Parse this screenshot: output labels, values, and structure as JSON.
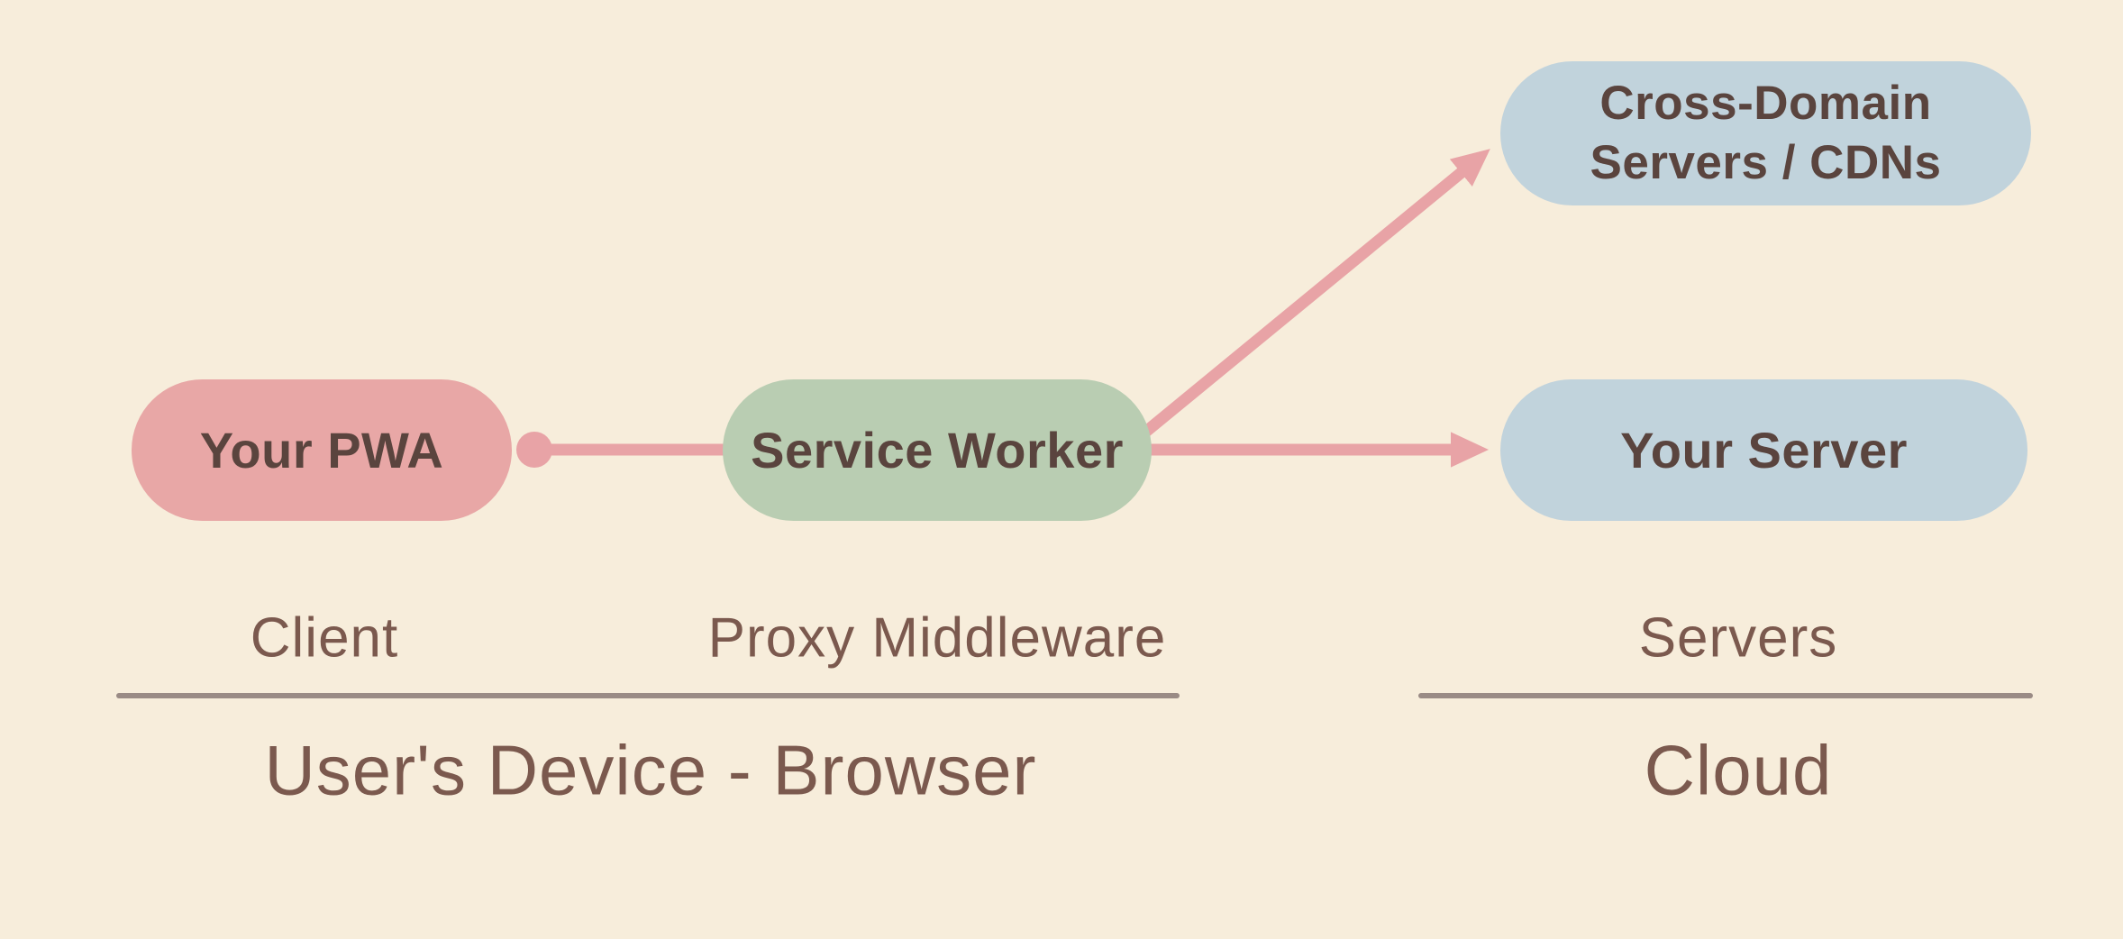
{
  "colors": {
    "background": "#F7EDDB",
    "pill_pink": "#E8A7A6",
    "pill_green": "#B9CDB2",
    "pill_blue": "#C1D3DC",
    "connector": "#E8A3A6",
    "node_text": "#5A443E",
    "label_text": "#7B594E",
    "divider": "#9A8B85"
  },
  "nodes": {
    "your_pwa": {
      "label": "Your PWA"
    },
    "service_worker": {
      "label": "Service Worker"
    },
    "cross_domain": {
      "label_line1": "Cross-Domain",
      "label_line2": "Servers / CDNs"
    },
    "your_server": {
      "label": "Your Server"
    }
  },
  "section_labels": {
    "client": "Client",
    "proxy": "Proxy Middleware",
    "servers": "Servers"
  },
  "group_labels": {
    "device": "User's Device - Browser",
    "cloud": "Cloud"
  }
}
